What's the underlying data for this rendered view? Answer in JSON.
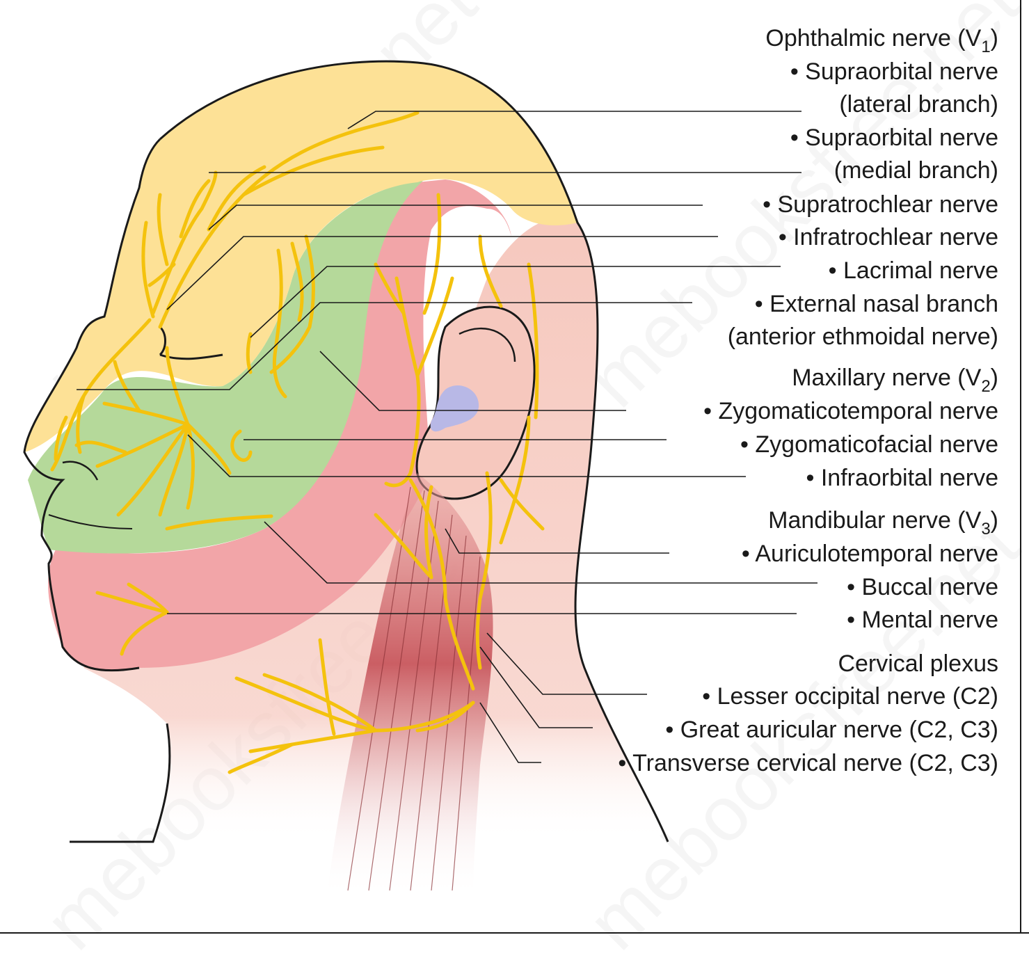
{
  "watermark": "mebooksfree.net",
  "colors": {
    "ophthalmic": "#fde196",
    "maxillary": "#b5d99a",
    "mandibular": "#f2a5a8",
    "cervical": "#f6c8be",
    "nerve": "#f4c20d",
    "muscle": "#c8585e",
    "ear_canal": "#b8b8e6"
  },
  "labels": {
    "v1_head": "Ophthalmic nerve (V",
    "v1_sub": "1",
    "v1_close": ")",
    "supraorbital_lat_1": "• Supraorbital nerve",
    "supraorbital_lat_2": "(lateral branch)",
    "supraorbital_med_1": "• Supraorbital nerve",
    "supraorbital_med_2": "(medial branch)",
    "supratrochlear": "• Supratrochlear nerve",
    "infratrochlear": "• Infratrochlear nerve",
    "lacrimal": "• Lacrimal nerve",
    "ext_nasal_1": "• External nasal branch",
    "ext_nasal_2": "(anterior ethmoidal nerve)",
    "v2_head": "Maxillary nerve (V",
    "v2_sub": "2",
    "v2_close": ")",
    "zygomaticotemporal": "• Zygomaticotemporal nerve",
    "zygomaticofacial": "• Zygomaticofacial nerve",
    "infraorbital": "• Infraorbital nerve",
    "v3_head": "Mandibular nerve (V",
    "v3_sub": "3",
    "v3_close": ")",
    "auriculotemporal": "• Auriculotemporal nerve",
    "buccal": "• Buccal nerve",
    "mental": "• Mental nerve",
    "cervical_head": "Cervical plexus",
    "lesser_occipital": "• Lesser occipital nerve (C2)",
    "great_auricular": "• Great auricular nerve (C2, C3)",
    "transverse_cervical": "• Transverse cervical nerve (C2, C3)"
  }
}
